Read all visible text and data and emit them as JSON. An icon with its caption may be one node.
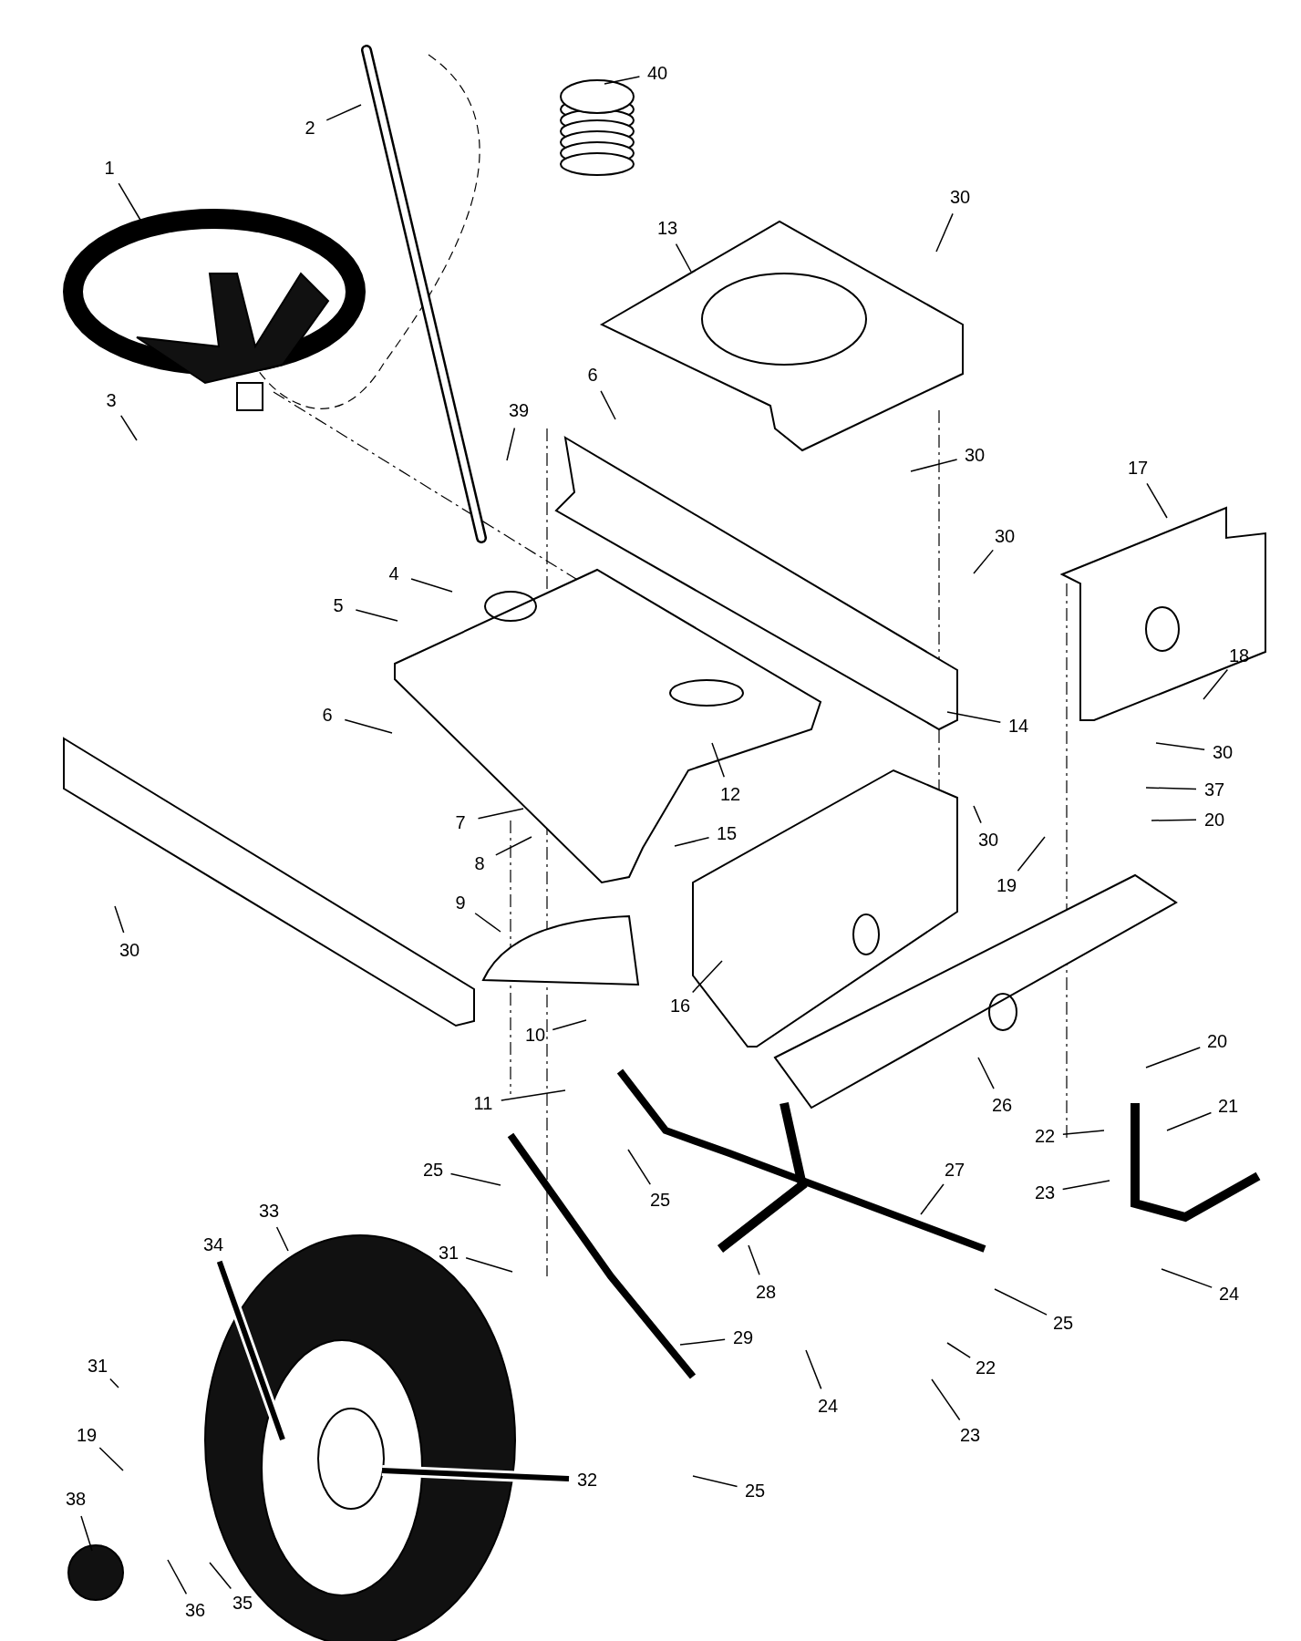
{
  "diagram": {
    "nodes": [
      {
        "text": [
          "1"
        ]
      },
      {
        "text": [
          "2"
        ]
      },
      {
        "text": [
          "40"
        ]
      },
      {
        "text": [
          "3"
        ]
      },
      {
        "text": [
          "39"
        ]
      },
      {
        "text": [
          "6"
        ]
      },
      {
        "text": [
          "13"
        ]
      },
      {
        "text": [
          "30"
        ]
      },
      {
        "text": [
          "30"
        ]
      },
      {
        "text": [
          "17"
        ]
      },
      {
        "text": [
          "4"
        ]
      },
      {
        "text": [
          "5"
        ]
      },
      {
        "text": [
          "30"
        ]
      },
      {
        "text": [
          "18"
        ]
      },
      {
        "text": [
          "14"
        ]
      },
      {
        "text": [
          "30"
        ]
      },
      {
        "text": [
          "6"
        ]
      },
      {
        "text": [
          "12"
        ]
      },
      {
        "text": [
          "37"
        ]
      },
      {
        "text": [
          "20"
        ]
      },
      {
        "text": [
          "30"
        ]
      },
      {
        "text": [
          "19"
        ]
      },
      {
        "text": [
          "7"
        ]
      },
      {
        "text": [
          "15"
        ]
      },
      {
        "text": [
          "8"
        ]
      },
      {
        "text": [
          "9"
        ]
      },
      {
        "text": [
          "30"
        ]
      },
      {
        "text": [
          "16"
        ]
      },
      {
        "text": [
          "10"
        ]
      },
      {
        "text": [
          "20"
        ]
      },
      {
        "text": [
          "26"
        ]
      },
      {
        "text": [
          "11"
        ]
      },
      {
        "text": [
          "21"
        ]
      },
      {
        "text": [
          "22"
        ]
      },
      {
        "text": [
          "25"
        ]
      },
      {
        "text": [
          "25"
        ]
      },
      {
        "text": [
          "27"
        ]
      },
      {
        "text": [
          "23"
        ]
      },
      {
        "text": [
          "33"
        ]
      },
      {
        "text": [
          "34"
        ]
      },
      {
        "text": [
          "31"
        ]
      },
      {
        "text": [
          "28"
        ]
      },
      {
        "text": [
          "25"
        ]
      },
      {
        "text": [
          "24"
        ]
      },
      {
        "text": [
          "29"
        ]
      },
      {
        "text": [
          "22"
        ]
      },
      {
        "text": [
          "24"
        ]
      },
      {
        "text": [
          "23"
        ]
      },
      {
        "text": [
          "31"
        ]
      },
      {
        "text": [
          "19"
        ]
      },
      {
        "text": [
          "32"
        ]
      },
      {
        "text": [
          "25"
        ]
      },
      {
        "text": [
          "38"
        ]
      },
      {
        "text": [
          "36"
        ]
      },
      {
        "text": [
          "35"
        ]
      }
    ],
    "edges": [
      {
        "from": 0,
        "to": null,
        "arrow": "none"
      },
      {
        "from": 1,
        "to": null,
        "arrow": "none"
      },
      {
        "from": 2,
        "to": null,
        "arrow": "none"
      },
      {
        "from": 3,
        "to": null,
        "arrow": "none"
      },
      {
        "from": 4,
        "to": null,
        "arrow": "none"
      },
      {
        "from": 5,
        "to": null,
        "arrow": "none"
      },
      {
        "from": 6,
        "to": null,
        "arrow": "none"
      },
      {
        "from": 7,
        "to": null,
        "arrow": "none"
      },
      {
        "from": 8,
        "to": null,
        "arrow": "none"
      },
      {
        "from": 9,
        "to": null,
        "arrow": "none"
      },
      {
        "from": 10,
        "to": null,
        "arrow": "none"
      },
      {
        "from": 11,
        "to": null,
        "arrow": "none"
      },
      {
        "from": 12,
        "to": null,
        "arrow": "none"
      },
      {
        "from": 13,
        "to": null,
        "arrow": "none"
      },
      {
        "from": 14,
        "to": null,
        "arrow": "none"
      },
      {
        "from": 15,
        "to": null,
        "arrow": "none"
      },
      {
        "from": 16,
        "to": null,
        "arrow": "none"
      },
      {
        "from": 17,
        "to": null,
        "arrow": "none"
      },
      {
        "from": 18,
        "to": null,
        "arrow": "none"
      },
      {
        "from": 19,
        "to": null,
        "arrow": "none"
      },
      {
        "from": 20,
        "to": null,
        "arrow": "none"
      },
      {
        "from": 21,
        "to": null,
        "arrow": "none"
      },
      {
        "from": 22,
        "to": null,
        "arrow": "none"
      },
      {
        "from": 23,
        "to": null,
        "arrow": "none"
      },
      {
        "from": 24,
        "to": null,
        "arrow": "none"
      },
      {
        "from": 25,
        "to": null,
        "arrow": "none"
      },
      {
        "from": 26,
        "to": null,
        "arrow": "none"
      },
      {
        "from": 27,
        "to": null,
        "arrow": "none"
      },
      {
        "from": 28,
        "to": null,
        "arrow": "none"
      },
      {
        "from": 29,
        "to": null,
        "arrow": "none"
      },
      {
        "from": 30,
        "to": null,
        "arrow": "none"
      },
      {
        "from": 31,
        "to": null,
        "arrow": "none"
      },
      {
        "from": 32,
        "to": null,
        "arrow": "none"
      },
      {
        "from": 33,
        "to": null,
        "arrow": "none"
      },
      {
        "from": 34,
        "to": null,
        "arrow": "none"
      },
      {
        "from": 35,
        "to": null,
        "arrow": "none"
      },
      {
        "from": 36,
        "to": null,
        "arrow": "none"
      },
      {
        "from": 37,
        "to": null,
        "arrow": "none"
      },
      {
        "from": 38,
        "to": null,
        "arrow": "none"
      },
      {
        "from": 39,
        "to": null,
        "arrow": "none",
        "style": "thick"
      },
      {
        "from": 40,
        "to": null,
        "arrow": "none"
      },
      {
        "from": 41,
        "to": null,
        "arrow": "none"
      },
      {
        "from": 42,
        "to": null,
        "arrow": "none"
      },
      {
        "from": 43,
        "to": null,
        "arrow": "none"
      },
      {
        "from": 44,
        "to": null,
        "arrow": "none"
      },
      {
        "from": 45,
        "to": null,
        "arrow": "none"
      },
      {
        "from": 46,
        "to": null,
        "arrow": "none"
      },
      {
        "from": 47,
        "to": null,
        "arrow": "none"
      },
      {
        "from": 48,
        "to": null,
        "arrow": "none"
      },
      {
        "from": 49,
        "to": null,
        "arrow": "none"
      },
      {
        "from": 50,
        "to": null,
        "arrow": "none",
        "style": "thick"
      },
      {
        "from": 51,
        "to": null,
        "arrow": "none"
      },
      {
        "from": 52,
        "to": null,
        "arrow": "none"
      },
      {
        "from": 53,
        "to": null,
        "arrow": "none"
      },
      {
        "from": 54,
        "to": null,
        "arrow": "none"
      }
    ]
  }
}
